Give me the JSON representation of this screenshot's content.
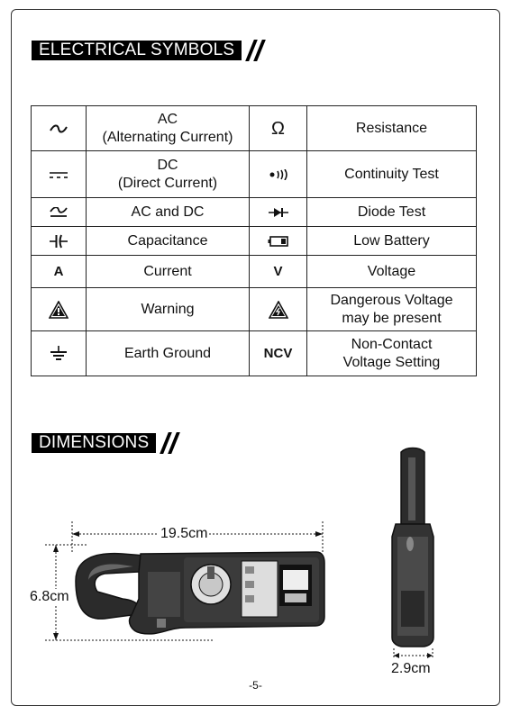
{
  "sections": {
    "symbols_title": "ELECTRICAL SYMBOLS",
    "dimensions_title": "DIMENSIONS"
  },
  "symbols": [
    {
      "left_icon": "ac-wave-icon",
      "left_label": "AC\n(Alternating Current)",
      "right_icon": "omega-icon",
      "right_label": "Resistance"
    },
    {
      "left_icon": "dc-icon",
      "left_label": "DC\n(Direct Current)",
      "right_icon": "continuity-icon",
      "right_label": "Continuity Test"
    },
    {
      "left_icon": "ac-dc-icon",
      "left_label": "AC and DC",
      "right_icon": "diode-icon",
      "right_label": "Diode Test"
    },
    {
      "left_icon": "capacitor-icon",
      "left_label": "Capacitance",
      "right_icon": "battery-icon",
      "right_label": "Low Battery"
    },
    {
      "left_icon": "A",
      "left_label": "Current",
      "right_icon": "V",
      "right_label": "Voltage"
    },
    {
      "left_icon": "warning-icon",
      "left_label": "Warning",
      "right_icon": "danger-voltage-icon",
      "right_label": "Dangerous Voltage\nmay be present"
    },
    {
      "left_icon": "earth-ground-icon",
      "left_label": "Earth Ground",
      "right_icon": "NCV",
      "right_label": "Non-Contact\nVoltage Setting"
    }
  ],
  "dimensions": {
    "length": "19.5cm",
    "height": "6.8cm",
    "depth": "2.9cm"
  },
  "page_number": "-5-"
}
